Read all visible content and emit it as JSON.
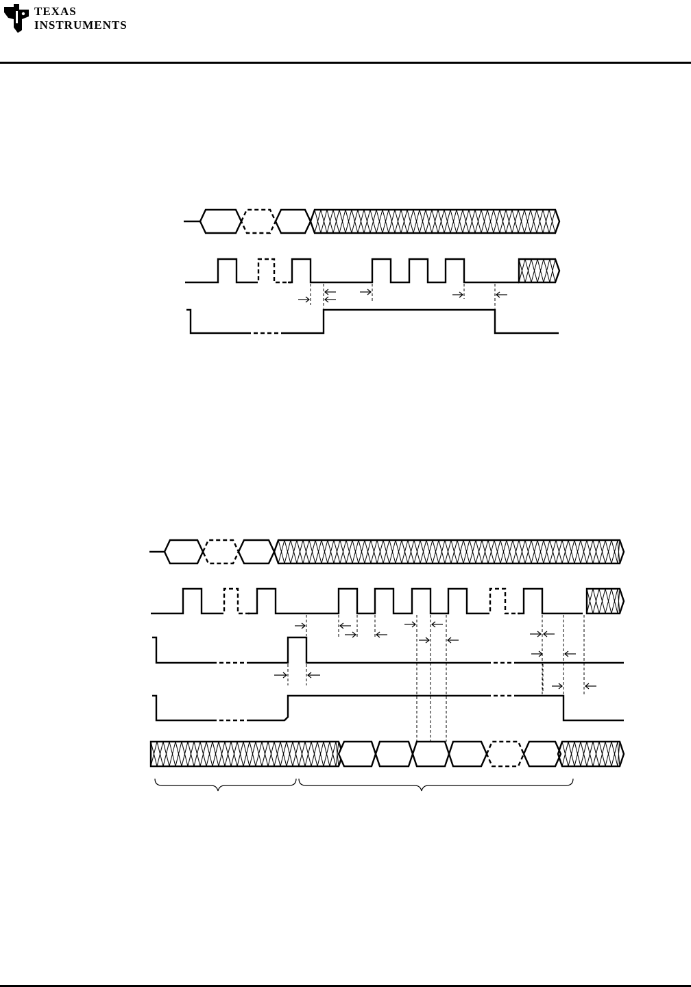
{
  "header": {
    "brand_line1": "Texas",
    "brand_line2": "Instruments",
    "logo_icon": "ti-logo-icon"
  },
  "colors": {
    "ink": "#000000",
    "paper": "#ffffff"
  },
  "diagrams": [
    {
      "id": "timing-diagram-1",
      "signals": [
        {
          "kind": "bus",
          "segments": [
            "valid",
            "valid-dashed",
            "valid",
            "hatched"
          ]
        },
        {
          "kind": "clock",
          "pulses": 6,
          "dashed_pulse_index": 1,
          "ends_hatched": true
        },
        {
          "kind": "level",
          "sequence": [
            "low",
            "high",
            "low"
          ]
        }
      ]
    },
    {
      "id": "timing-diagram-2",
      "signals": [
        {
          "kind": "bus",
          "segments": [
            "valid",
            "valid-dashed",
            "valid",
            "hatched"
          ]
        },
        {
          "kind": "clock",
          "pulses": 9,
          "dashed_pulse_index": [
            1,
            7
          ],
          "ends_hatched": true
        },
        {
          "kind": "level",
          "sequence": [
            "low",
            "pulse-high",
            "low"
          ]
        },
        {
          "kind": "level",
          "sequence": [
            "low",
            "high",
            "low"
          ]
        },
        {
          "kind": "bus",
          "segments": [
            "hatched",
            "valid",
            "valid",
            "valid",
            "valid",
            "valid-dashed",
            "valid",
            "hatched"
          ]
        }
      ],
      "braces": 2
    }
  ]
}
